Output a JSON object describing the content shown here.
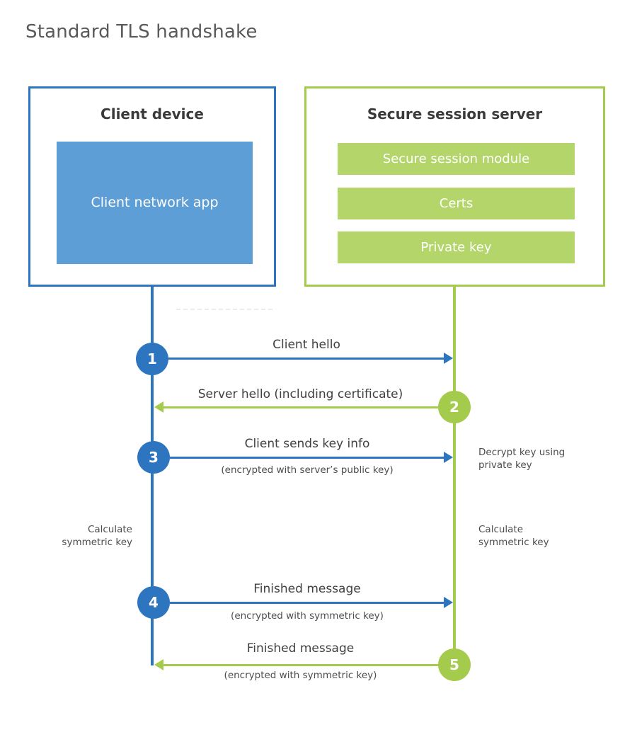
{
  "title": "Standard TLS handshake",
  "colors": {
    "blue": "#2e75c0",
    "blue_fill": "#5e9ed6",
    "green": "#a5cb4c",
    "green_fill": "#b3d56a"
  },
  "client": {
    "title": "Client device",
    "app_label": "Client network app"
  },
  "server": {
    "title": "Secure session server",
    "modules": [
      "Secure session module",
      "Certs",
      "Private key"
    ]
  },
  "steps": [
    {
      "num": "1",
      "from": "client",
      "to": "server",
      "label": "Client hello",
      "sublabel": ""
    },
    {
      "num": "2",
      "from": "server",
      "to": "client",
      "label": "Server hello (including certificate)",
      "sublabel": ""
    },
    {
      "num": "3",
      "from": "client",
      "to": "server",
      "label": "Client sends key info",
      "sublabel": "(encrypted with server’s public key)"
    },
    {
      "num": "4",
      "from": "client",
      "to": "server",
      "label": "Finished message",
      "sublabel": "(encrypted with symmetric key)"
    },
    {
      "num": "5",
      "from": "server",
      "to": "client",
      "label": "Finished message",
      "sublabel": "(encrypted with symmetric key)"
    }
  ],
  "notes": {
    "decrypt_key": "Decrypt key using private key",
    "calculate_left": "Calculate symmetric key",
    "calculate_right": "Calculate symmetric key"
  }
}
